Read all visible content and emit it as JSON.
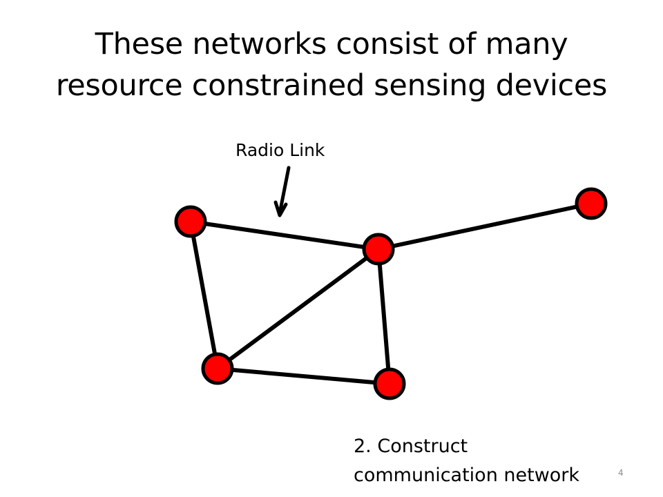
{
  "slide": {
    "title_lines": [
      "These networks consist of many",
      "resource constrained sensing devices"
    ],
    "radio_link_label": "Radio Link",
    "caption_lines": [
      "2. Construct",
      "communication network"
    ],
    "page_number": "4"
  },
  "colors": {
    "node_fill": "#ff0000",
    "node_stroke": "#000000",
    "edge": "#000000",
    "background": "#ffffff",
    "page_number": "#8a8a8a"
  },
  "network": {
    "nodes": [
      {
        "id": "n1"
      },
      {
        "id": "n2"
      },
      {
        "id": "n3"
      },
      {
        "id": "n4"
      },
      {
        "id": "n5"
      }
    ],
    "edges": [
      {
        "from": "n1",
        "to": "n3"
      },
      {
        "from": "n1",
        "to": "n4"
      },
      {
        "from": "n3",
        "to": "n2"
      },
      {
        "from": "n3",
        "to": "n4"
      },
      {
        "from": "n3",
        "to": "n5"
      },
      {
        "from": "n4",
        "to": "n5"
      }
    ]
  }
}
